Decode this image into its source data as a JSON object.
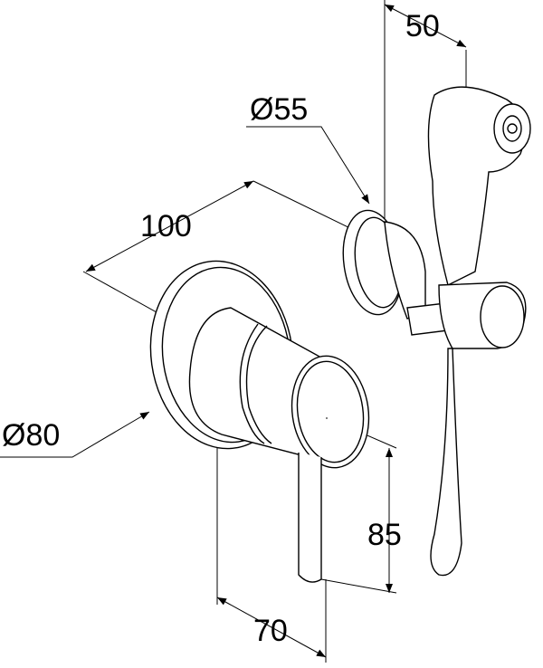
{
  "drawing": {
    "title": "Concealed bidet mixer with hand shower - dimensions",
    "dimensions": {
      "holder_depth": "50",
      "holder_diameter": "Ø55",
      "spacing": "100",
      "rosette_diameter": "Ø80",
      "lever_height": "85",
      "mixer_depth": "70"
    },
    "line_color": "#000000",
    "background_color": "#ffffff"
  }
}
